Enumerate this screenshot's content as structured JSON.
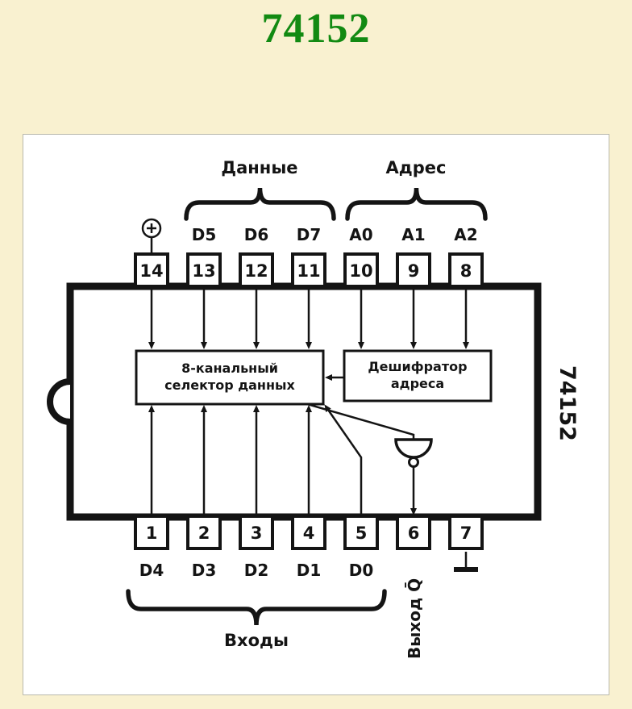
{
  "page": {
    "title": "74152",
    "background": "#f9f1d0",
    "title_color": "#128a12",
    "diagram_background": "#ffffff",
    "ink_color": "#141414"
  },
  "diagram": {
    "chip_side_label": "74152",
    "groups": {
      "data_label": "Данные",
      "address_label": "Адрес",
      "inputs_label": "Входы"
    },
    "top_pins": [
      {
        "number": "14",
        "label": "",
        "symbol": "power-plus"
      },
      {
        "number": "13",
        "label": "D5"
      },
      {
        "number": "12",
        "label": "D6"
      },
      {
        "number": "11",
        "label": "D7"
      },
      {
        "number": "10",
        "label": "A0"
      },
      {
        "number": "9",
        "label": "A1"
      },
      {
        "number": "8",
        "label": "A2"
      }
    ],
    "bottom_pins": [
      {
        "number": "1",
        "label": "D4"
      },
      {
        "number": "2",
        "label": "D3"
      },
      {
        "number": "3",
        "label": "D2"
      },
      {
        "number": "4",
        "label": "D1"
      },
      {
        "number": "5",
        "label": "D0"
      },
      {
        "number": "6",
        "label": "Выход Q̄"
      },
      {
        "number": "7",
        "label": "",
        "symbol": "ground"
      }
    ],
    "blocks": {
      "selector": {
        "lines": [
          "8-канальный",
          "селектор данных"
        ]
      },
      "decoder": {
        "lines": [
          "Дешифратор",
          "адреса"
        ]
      }
    }
  }
}
